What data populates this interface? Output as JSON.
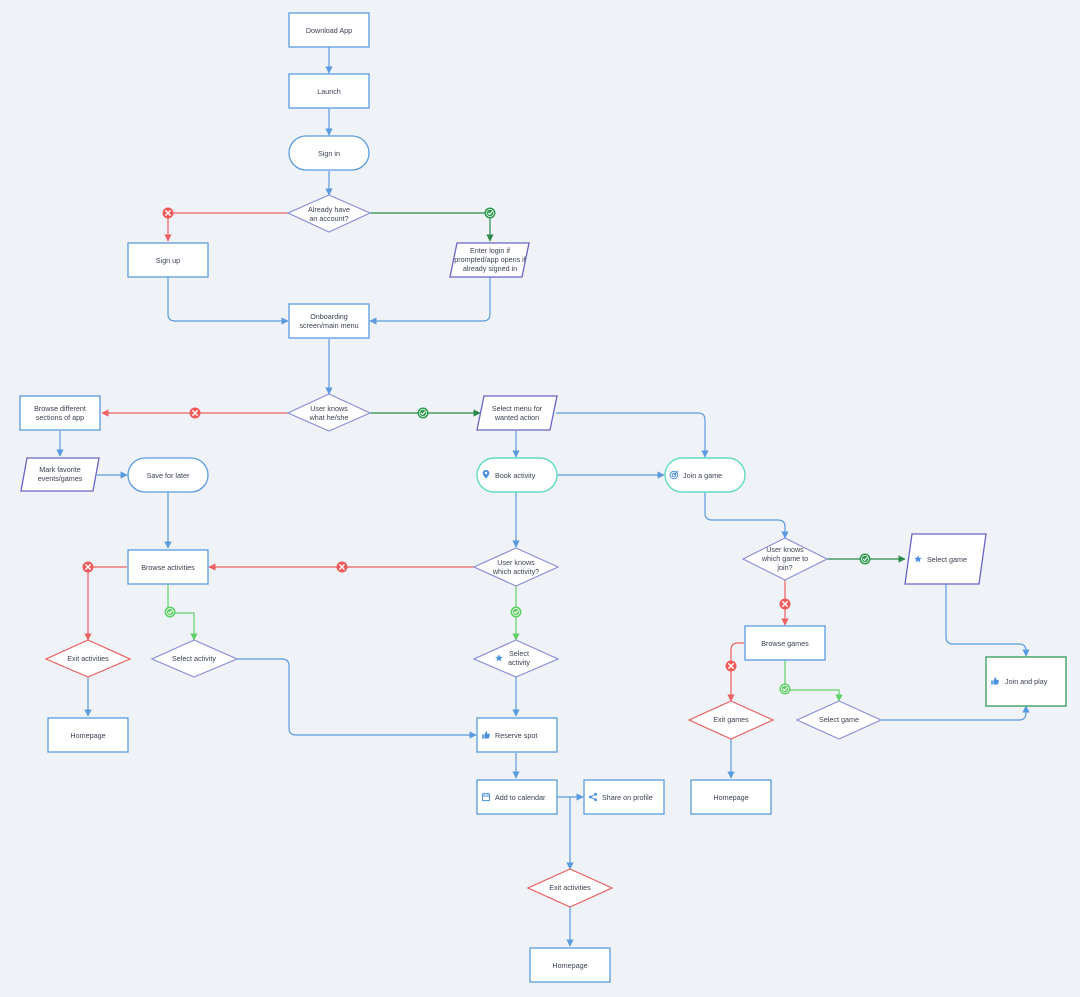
{
  "colors": {
    "background": "#eff2f7",
    "flow": "#5a9be0",
    "no_branch": "#ec6161",
    "yes_branch": "#2b8a4a",
    "yes_branch_light": "#63d06a",
    "decision": "#8a8fd8",
    "io": "#6a64c8",
    "terminal_highlight": "#5fdcc0"
  },
  "nodes": {
    "download_app": [
      "Download App"
    ],
    "launch": [
      "Launch"
    ],
    "sign_in": [
      "Sign in"
    ],
    "already_account": [
      "Already have",
      "an account?"
    ],
    "sign_up": [
      "Sign up"
    ],
    "enter_login": [
      "Enter login if",
      "prompted/app opens if",
      "already signed in"
    ],
    "onboarding": [
      "Onboarding",
      "screen/main menu"
    ],
    "user_knows": [
      "User knows",
      "what he/she"
    ],
    "browse_sections": [
      "Browse different",
      "sections of app"
    ],
    "select_menu": [
      "Select menu for",
      "wanted action"
    ],
    "mark_favorite": [
      "Mark favorite",
      "events/games"
    ],
    "save_later": [
      "Save for later"
    ],
    "book_activity": [
      "Book activity"
    ],
    "join_game": [
      "Join a game"
    ],
    "browse_activities": [
      "Browse activities"
    ],
    "which_activity": [
      "User knows",
      "which activity?"
    ],
    "which_game": [
      "User knows",
      "which game to",
      "join?"
    ],
    "select_game_top": [
      "Select game"
    ],
    "exit_activities_left": [
      "Exit activities"
    ],
    "select_activity_left": [
      "Select activity"
    ],
    "select_activity_mid": [
      "Select",
      "activity"
    ],
    "browse_games": [
      "Browse games"
    ],
    "join_play": [
      "Join and play"
    ],
    "exit_games": [
      "Exit games"
    ],
    "select_game_mid": [
      "Select game"
    ],
    "homepage_left": [
      "Homepage"
    ],
    "reserve_spot": [
      "Reserve spot"
    ],
    "add_calendar": [
      "Add to calendar"
    ],
    "share_profile": [
      "Share on profile"
    ],
    "homepage_right": [
      "Homepage"
    ],
    "exit_activities_bottom": [
      "Exit activities"
    ],
    "homepage_bottom": [
      "Homepage"
    ]
  },
  "icons": {
    "book_activity": "map-pin-icon",
    "join_game": "target-icon",
    "select_game_top": "star-icon",
    "select_activity_mid": "star-icon",
    "join_play": "thumbs-up-icon",
    "reserve_spot": "thumbs-up-icon",
    "add_calendar": "calendar-icon",
    "share_profile": "share-icon",
    "no_branch": "close-icon",
    "yes_branch": "check-icon"
  }
}
